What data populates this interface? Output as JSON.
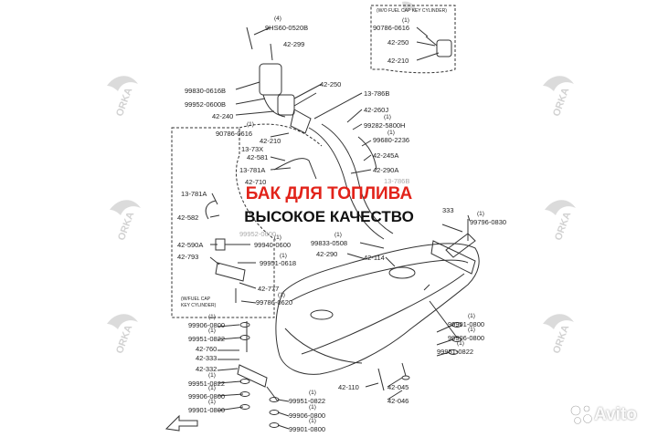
{
  "headline": {
    "line1": "БАК ДЛЯ ТОПЛИВА",
    "line2": "ВЫСОКОЕ КАЧЕСТВО",
    "line1_color": "#e2231a",
    "line2_color": "#111111"
  },
  "callouts": {
    "top_bolt": "9HS60-0520B",
    "top_bolt_qty": "(4)",
    "p_42_299": "42-299",
    "p_99830": "99830-0616B",
    "p_99952": "99952-0600B",
    "p_42_240": "42-240",
    "p_42_250_mid": "42-250",
    "p_90786_mid": "90786-0616",
    "p_90786_mid_qty": "(1)",
    "p_42_210_mid": "42-210",
    "p_13_73x": "13-73X",
    "p_42_581": "42-581",
    "p_13_781a_a": "13-781A",
    "p_42_710": "42-710",
    "p_13_781a_b": "13-781A",
    "p_42_582": "42-582",
    "p_42_590a": "42-590A",
    "p_42_793": "42-793",
    "p_99940": "99940-0600",
    "p_99940_qty": "(1)",
    "p_99951_0618": "99951-0618",
    "p_99951_0618_qty": "(1)",
    "p_42_777": "42-777",
    "p_99786": "99786-0620",
    "p_99786_qty": "(1)",
    "p_99952_0600b": "99952-0600",
    "p_13_786b": "13-786B",
    "p_42_260j": "42-260J",
    "p_99282": "99282-5800H",
    "p_99282_qty": "(1)",
    "p_99680": "99680-2236",
    "p_99680_qty": "(1)",
    "p_42_245a": "42-245A",
    "p_42_290a": "42-290A",
    "p_13_786b_b": "13-786B",
    "p_99833": "99833-0508",
    "p_42_290": "42-290",
    "p_42_114": "42-114",
    "p_333": "333",
    "p_99796": "99796-0830",
    "p_99796_qty": "(1)",
    "p_99901_r": "99901-0800",
    "p_99901_r_qty": "(1)",
    "p_99906_r": "99906-0800",
    "p_99906_r_qty": "(1)",
    "p_99951_0822_r": "99951-0822",
    "p_99951_0822_r_qty": "(1)",
    "p_42_045": "42-045",
    "p_42_046": "42-046",
    "p_42_110": "42-110",
    "p_99906_l": "99906-0800",
    "p_99906_l_qty": "(1)",
    "p_99951_l": "99951-0822",
    "p_99951_l_qty": "(1)",
    "p_42_760": "42-760",
    "p_42_333": "42-333",
    "p_42_332": "42-332",
    "p_99951_lb": "99951-0822",
    "p_99951_lb_qty": "(1)",
    "p_99906_lb": "99906-0800",
    "p_99906_lb_qty": "(1)",
    "p_99901_lb": "99901-0800",
    "p_99901_lb_qty": "(1)",
    "p_99951_bc": "99951-0822",
    "p_99951_bc_qty": "(1)",
    "p_99906_bc": "99906-0800",
    "p_99906_bc_qty": "(1)",
    "p_99901_bc": "99901-0800",
    "p_99901_bc_qty": "(1)",
    "p_90786_box": "90786-0616",
    "p_90786_box_qty": "(1)",
    "p_42_250_box": "42-250",
    "p_42_210_box": "42-210"
  },
  "notes": {
    "box_top": "(W/O FUEL CAP KEY CYLINDER)",
    "box_left_1": "(W/FUEL CAP",
    "box_left_2": "KEY CYLINDER)"
  },
  "watermarks": {
    "orka": "ORKA",
    "avito": "Avito"
  },
  "icons": {
    "front_arrow": "arrow-front-icon",
    "brand_logo": "avito-logo-icon"
  }
}
